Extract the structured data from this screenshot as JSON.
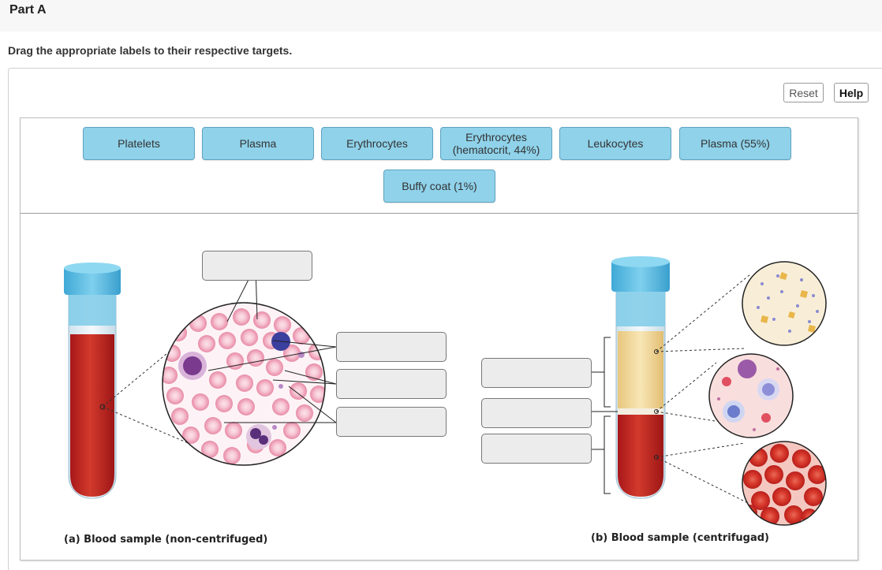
{
  "header": {
    "part_title": "Part A"
  },
  "instructions": "Drag the appropriate labels to their respective targets.",
  "toolbar": {
    "reset_label": "Reset",
    "help_label": "Help"
  },
  "label_bank": [
    {
      "text": "Platelets"
    },
    {
      "text": "Plasma"
    },
    {
      "text": "Erythrocytes"
    },
    {
      "text": "Erythrocytes\n(hematocrit, 44%)"
    },
    {
      "text": "Leukocytes"
    },
    {
      "text": "Plasma (55%)"
    },
    {
      "text": "Buffy coat (1%)"
    }
  ],
  "captions": {
    "a": "(a) Blood sample (non-centrifuged)",
    "b": "(b) Blood sample (centrifugad)"
  },
  "colors": {
    "chip_fill": "#8fd2ea",
    "cap_blue": "#5bc0e6",
    "blood_red": "#c0271f",
    "plasma_yellow": "#f4dca0",
    "rbc_pink": "#f2a6bf",
    "target_fill": "#ececec"
  }
}
